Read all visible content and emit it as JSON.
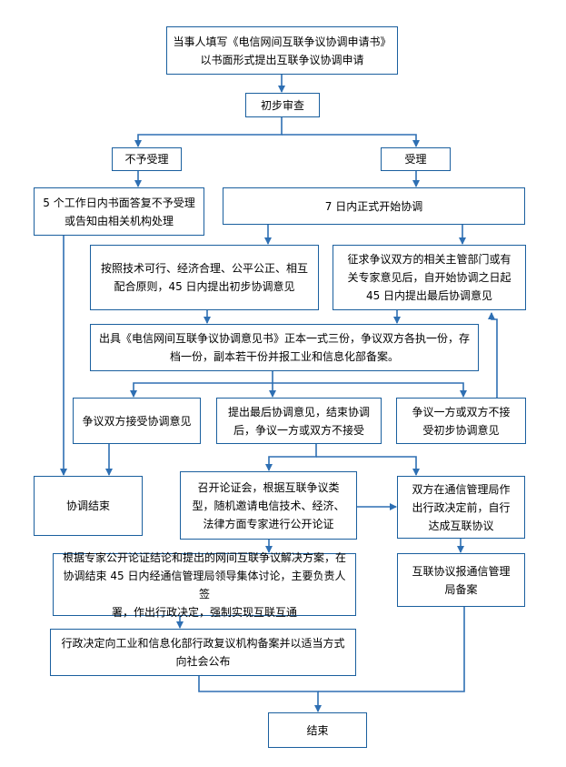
{
  "colors": {
    "line": "#2e6fb3",
    "border": "#1a5f9e"
  },
  "nodes": {
    "n1": {
      "lines": [
        "当事人填写《电信网间互联争议协调申请书》",
        "以书面形式提出互联争议协调申请"
      ]
    },
    "n2": {
      "lines": [
        "初步审查"
      ]
    },
    "n3": {
      "lines": [
        "不予受理"
      ]
    },
    "n4": {
      "lines": [
        "受理"
      ]
    },
    "n5": {
      "lines": [
        "5 个工作日内书面答复不予受理",
        "或告知由相关机构处理"
      ]
    },
    "n6": {
      "lines": [
        "7 日内正式开始协调"
      ]
    },
    "n7": {
      "lines": [
        "按照技术可行、经济合理、公平公正、相互",
        "配合原则，45 日内提出初步协调意见"
      ]
    },
    "n8": {
      "lines": [
        "征求争议双方的相关主管部门或有",
        "关专家意见后，自开始协调之日起",
        "45 日内提出最后协调意见"
      ]
    },
    "n9": {
      "lines": [
        "出具《电信网间互联争议协调意见书》正本一式三份，争议双方各执一份，存",
        "档一份，副本若干份并报工业和信息化部备案。"
      ]
    },
    "n10": {
      "lines": [
        "争议双方接受协调意见"
      ]
    },
    "n11": {
      "lines": [
        "提出最后协调意见，结束协调",
        "后，争议一方或双方不接受"
      ]
    },
    "n12": {
      "lines": [
        "争议一方或双方不接",
        "受初步协调意见"
      ]
    },
    "n13": {
      "lines": [
        "协调结束"
      ]
    },
    "n14": {
      "lines": [
        "召开论证会，根据互联争议类",
        "型，随机邀请电信技术、经济、",
        "法律方面专家进行公开论证"
      ]
    },
    "n15": {
      "lines": [
        "双方在通信管理局作",
        "出行政决定前，自行",
        "达成互联协议"
      ]
    },
    "n16": {
      "lines": [
        "根据专家公开论证结论和提出的网间互联争议解决方案，在",
        "协调结束 45 日内经通信管理局领导集体讨论，主要负责人签",
        "署，作出行政决定，强制实现互联互通"
      ]
    },
    "n17": {
      "lines": [
        "互联协议报通信管理",
        "局备案"
      ]
    },
    "n18": {
      "lines": [
        "行政决定向工业和信息化部行政复议机构备案并以适当方式",
        "向社会公布"
      ]
    },
    "n19": {
      "lines": [
        "结束"
      ]
    }
  }
}
